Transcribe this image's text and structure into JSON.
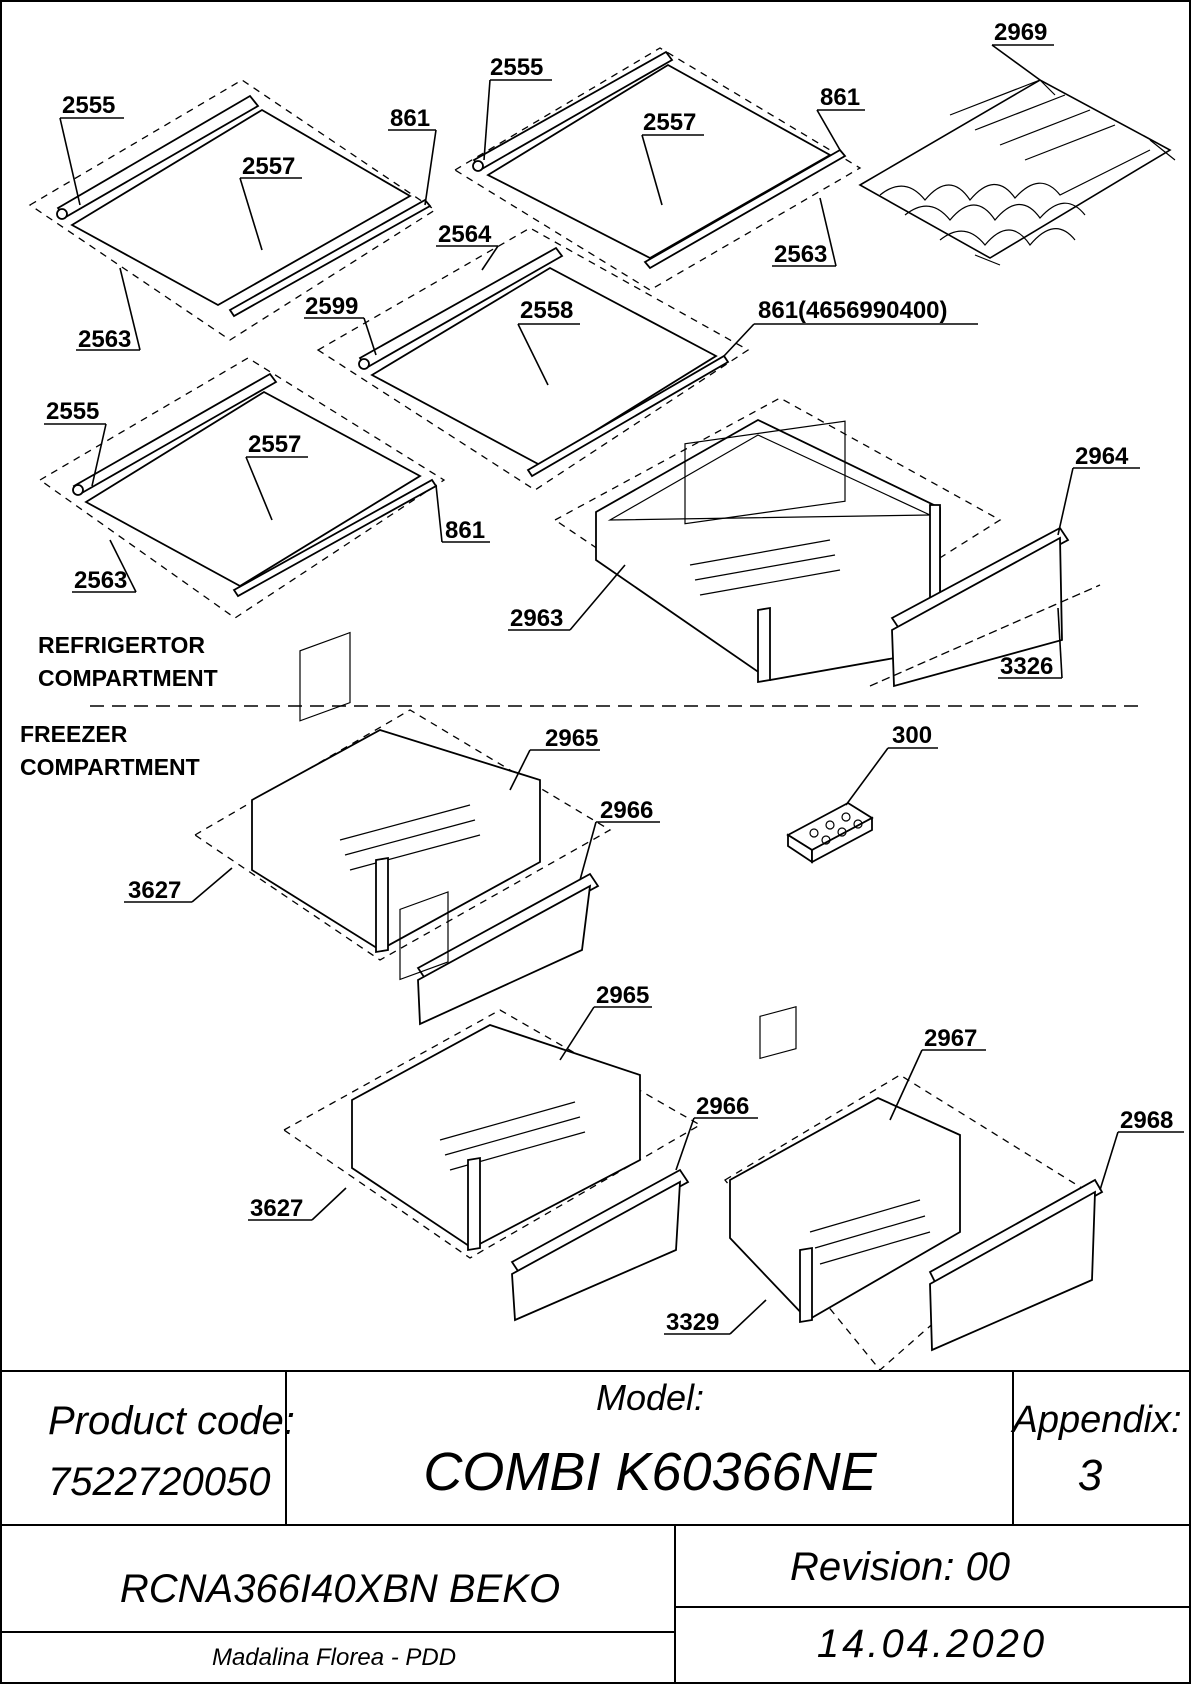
{
  "sections": {
    "refrigerator": [
      "REFRIGERTOR",
      "COMPARTMENT"
    ],
    "freezer": [
      "FREEZER",
      "COMPARTMENT"
    ]
  },
  "callouts": {
    "c2555a": "2555",
    "c2557a": "2557",
    "c861a": "861",
    "c2563a": "2563",
    "c2555b": "2555",
    "c2557b": "2557",
    "c861b": "861",
    "c2563b": "2563",
    "c2969": "2969",
    "c2564": "2564",
    "c2599": "2599",
    "c2558": "2558",
    "c861c": "861(4656990400)",
    "c2555c": "2555",
    "c2557c": "2557",
    "c861d": "861",
    "c2563c": "2563",
    "c2964": "2964",
    "c2963": "2963",
    "c3326": "3326",
    "c2965a": "2965",
    "c2966a": "2966",
    "c3627a": "3627",
    "c300": "300",
    "c2965b": "2965",
    "c2966b": "2966",
    "c3627b": "3627",
    "c2967": "2967",
    "c2968": "2968",
    "c3329": "3329"
  },
  "title_block": {
    "product_code_label": "Product code:",
    "product_code_value": "7522720050",
    "model_label": "Model:",
    "model_value": "COMBI K60366NE",
    "appendix_label": "Appendix:",
    "appendix_value": "3",
    "variant": "RCNA366I40XBN BEKO",
    "revision": "Revision: 00",
    "author": "Madalina Florea - PDD",
    "date": "14.04.2020"
  }
}
